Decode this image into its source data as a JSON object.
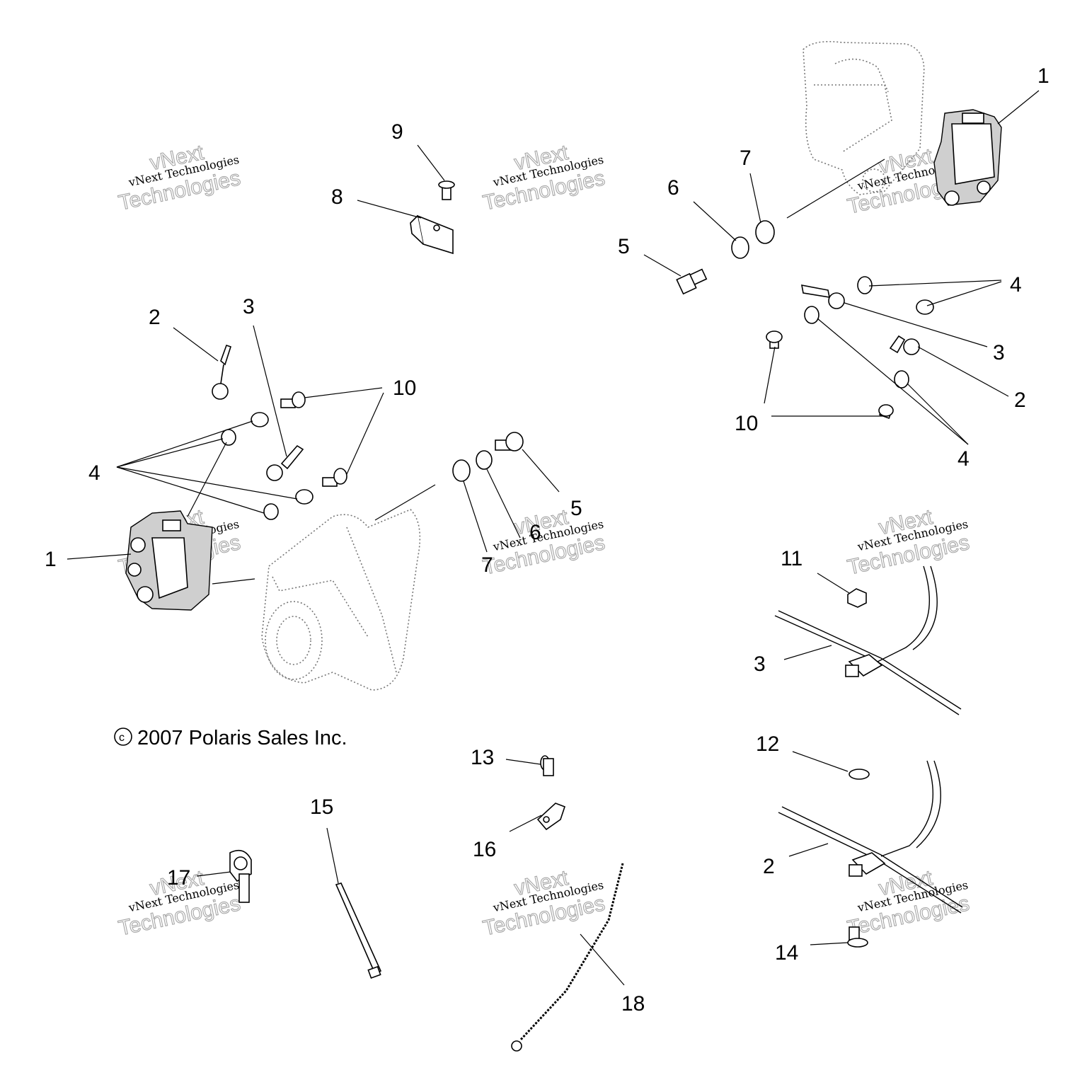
{
  "copyright": "2007 Polaris Sales Inc.",
  "copyright_symbol": "c",
  "watermark": {
    "line1": "vNext",
    "line2": "vNext Technologies",
    "line3": "Technologies"
  },
  "callouts": {
    "c1a": "1",
    "c1b": "1",
    "c2a": "2",
    "c2b": "2",
    "c2c": "2",
    "c3a": "3",
    "c3b": "3",
    "c3c": "3",
    "c4a": "4",
    "c4b": "4",
    "c4c": "4",
    "c5a": "5",
    "c5b": "5",
    "c6a": "6",
    "c6b": "6",
    "c7a": "7",
    "c7b": "7",
    "c8": "8",
    "c9": "9",
    "c10a": "10",
    "c10b": "10",
    "c11": "11",
    "c12": "12",
    "c13": "13",
    "c14": "14",
    "c15": "15",
    "c16": "16",
    "c17": "17",
    "c18": "18"
  }
}
